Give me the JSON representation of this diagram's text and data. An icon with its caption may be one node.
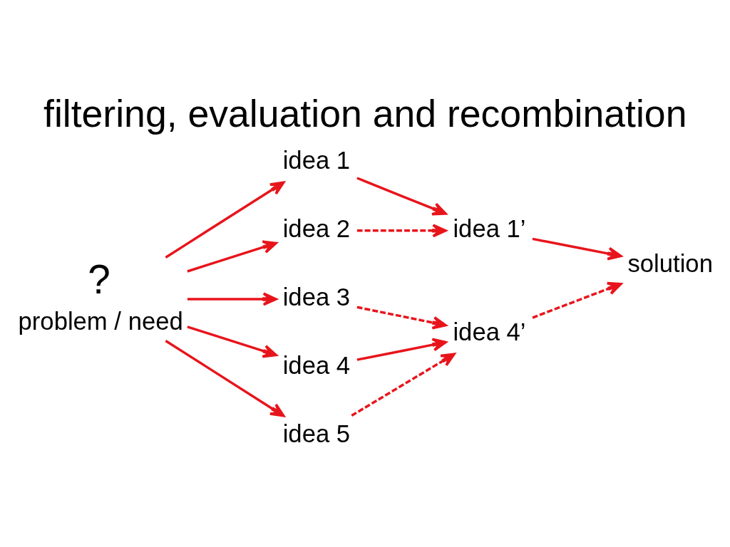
{
  "diagram": {
    "title": "filtering, evaluation and recombination",
    "nodes": [
      {
        "text": [
          "problem / need"
        ],
        "beside": [
          "?"
        ]
      },
      {
        "text": [
          "idea 1"
        ]
      },
      {
        "text": [
          "idea 2"
        ]
      },
      {
        "text": [
          "idea 3"
        ]
      },
      {
        "text": [
          "idea 4"
        ]
      },
      {
        "text": [
          "idea 5"
        ]
      },
      {
        "text": [
          "idea 1’"
        ]
      },
      {
        "text": [
          "idea 4’"
        ]
      },
      {
        "text": [
          "solution"
        ]
      }
    ],
    "edges": [
      {
        "from": 0,
        "to": 1,
        "arrow": "to"
      },
      {
        "from": 0,
        "to": 2,
        "arrow": "to"
      },
      {
        "from": 0,
        "to": 3,
        "arrow": "to"
      },
      {
        "from": 0,
        "to": 4,
        "arrow": "to"
      },
      {
        "from": 0,
        "to": 5,
        "arrow": "to"
      },
      {
        "from": 1,
        "to": 6,
        "arrow": "to"
      },
      {
        "from": 2,
        "to": 6,
        "arrow": "to",
        "style": "dashed"
      },
      {
        "from": 3,
        "to": 7,
        "arrow": "to",
        "style": "dashed"
      },
      {
        "from": 4,
        "to": 7,
        "arrow": "to"
      },
      {
        "from": 5,
        "to": 7,
        "arrow": "to",
        "style": "dashed"
      },
      {
        "from": 6,
        "to": 8,
        "arrow": "to"
      },
      {
        "from": 7,
        "to": 8,
        "arrow": "to",
        "style": "dashed"
      }
    ]
  }
}
